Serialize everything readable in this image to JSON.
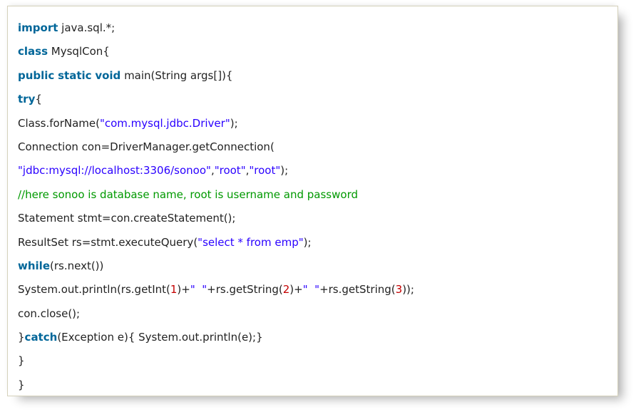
{
  "window": {
    "background_color": "#ffffff"
  },
  "code_block": {
    "language": "java",
    "border_color": "#d5d1bb",
    "background_color": "#ffffff",
    "colors": {
      "keyword": "#006699",
      "string": "#2a00ff",
      "comment": "#009900",
      "number": "#c40000",
      "plain": "#222222"
    },
    "lines": [
      {
        "tokens": [
          {
            "t": "keyword",
            "v": "import"
          },
          {
            "t": "plain",
            "v": " java.sql.*;"
          }
        ]
      },
      {
        "tokens": [
          {
            "t": "keyword",
            "v": "class"
          },
          {
            "t": "plain",
            "v": " MysqlCon{"
          }
        ]
      },
      {
        "tokens": [
          {
            "t": "keyword",
            "v": "public"
          },
          {
            "t": "plain",
            "v": " "
          },
          {
            "t": "keyword",
            "v": "static"
          },
          {
            "t": "plain",
            "v": " "
          },
          {
            "t": "keyword",
            "v": "void"
          },
          {
            "t": "plain",
            "v": " main(String args[]){"
          }
        ]
      },
      {
        "tokens": [
          {
            "t": "keyword",
            "v": "try"
          },
          {
            "t": "plain",
            "v": "{"
          }
        ]
      },
      {
        "tokens": [
          {
            "t": "plain",
            "v": "Class.forName("
          },
          {
            "t": "string",
            "v": "\"com.mysql.jdbc.Driver\""
          },
          {
            "t": "plain",
            "v": ");"
          }
        ]
      },
      {
        "tokens": [
          {
            "t": "plain",
            "v": "Connection con=DriverManager.getConnection("
          }
        ]
      },
      {
        "tokens": [
          {
            "t": "string",
            "v": "\"jdbc:mysql://localhost:3306/sonoo\""
          },
          {
            "t": "plain",
            "v": ","
          },
          {
            "t": "string",
            "v": "\"root\""
          },
          {
            "t": "plain",
            "v": ","
          },
          {
            "t": "string",
            "v": "\"root\""
          },
          {
            "t": "plain",
            "v": ");"
          }
        ]
      },
      {
        "tokens": [
          {
            "t": "comment",
            "v": "//here sonoo is database name, root is username and password"
          }
        ]
      },
      {
        "tokens": [
          {
            "t": "plain",
            "v": "Statement stmt=con.createStatement();"
          }
        ]
      },
      {
        "tokens": [
          {
            "t": "plain",
            "v": "ResultSet rs=stmt.executeQuery("
          },
          {
            "t": "string",
            "v": "\"select * from emp\""
          },
          {
            "t": "plain",
            "v": ");"
          }
        ]
      },
      {
        "tokens": [
          {
            "t": "keyword",
            "v": "while"
          },
          {
            "t": "plain",
            "v": "(rs.next())"
          }
        ]
      },
      {
        "tokens": [
          {
            "t": "plain",
            "v": "System.out.println(rs.getInt("
          },
          {
            "t": "number",
            "v": "1"
          },
          {
            "t": "plain",
            "v": ")+"
          },
          {
            "t": "string",
            "v": "\"  \""
          },
          {
            "t": "plain",
            "v": "+rs.getString("
          },
          {
            "t": "number",
            "v": "2"
          },
          {
            "t": "plain",
            "v": ")+"
          },
          {
            "t": "string",
            "v": "\"  \""
          },
          {
            "t": "plain",
            "v": "+rs.getString("
          },
          {
            "t": "number",
            "v": "3"
          },
          {
            "t": "plain",
            "v": "));"
          }
        ]
      },
      {
        "tokens": [
          {
            "t": "plain",
            "v": "con.close();"
          }
        ]
      },
      {
        "tokens": [
          {
            "t": "plain",
            "v": "}"
          },
          {
            "t": "keyword",
            "v": "catch"
          },
          {
            "t": "plain",
            "v": "(Exception e){ System.out.println(e);}"
          }
        ]
      },
      {
        "tokens": [
          {
            "t": "plain",
            "v": "}"
          }
        ]
      },
      {
        "tokens": [
          {
            "t": "plain",
            "v": "}"
          }
        ]
      }
    ]
  }
}
